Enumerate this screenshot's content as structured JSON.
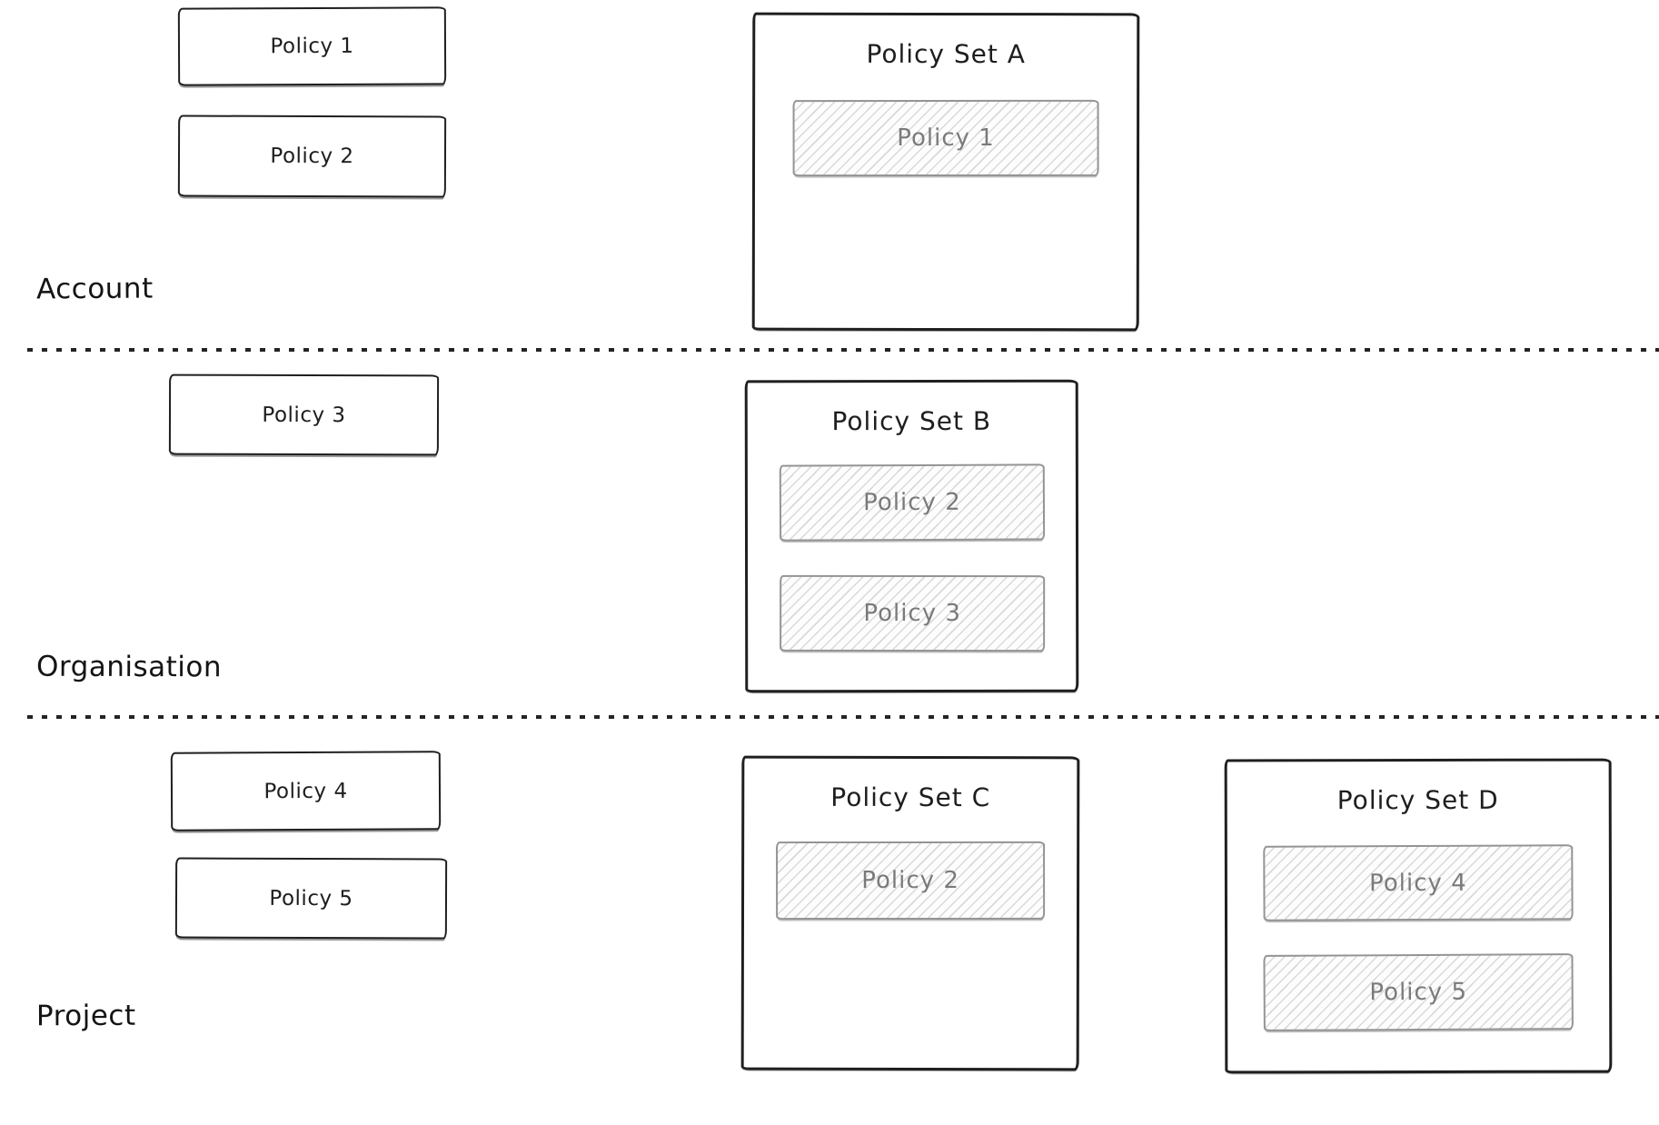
{
  "tiers": [
    {
      "label": "Account",
      "policies": [
        "Policy 1",
        "Policy 2"
      ],
      "sets": [
        {
          "title": "Policy Set A",
          "members": [
            "Policy 1"
          ]
        }
      ]
    },
    {
      "label": "Organisation",
      "policies": [
        "Policy 3"
      ],
      "sets": [
        {
          "title": "Policy Set B",
          "members": [
            "Policy 2",
            "Policy 3"
          ]
        }
      ]
    },
    {
      "label": "Project",
      "policies": [
        "Policy 4",
        "Policy 5"
      ],
      "sets": [
        {
          "title": "Policy Set C",
          "members": [
            "Policy 2"
          ]
        },
        {
          "title": "Policy Set D",
          "members": [
            "Policy 4",
            "Policy 5"
          ]
        }
      ]
    }
  ],
  "colors": {
    "ink": "#1e1e1e",
    "member_border": "#949494",
    "member_text": "#7a7a7a",
    "hatch_line": "#d9d9d9",
    "background": "#ffffff"
  }
}
